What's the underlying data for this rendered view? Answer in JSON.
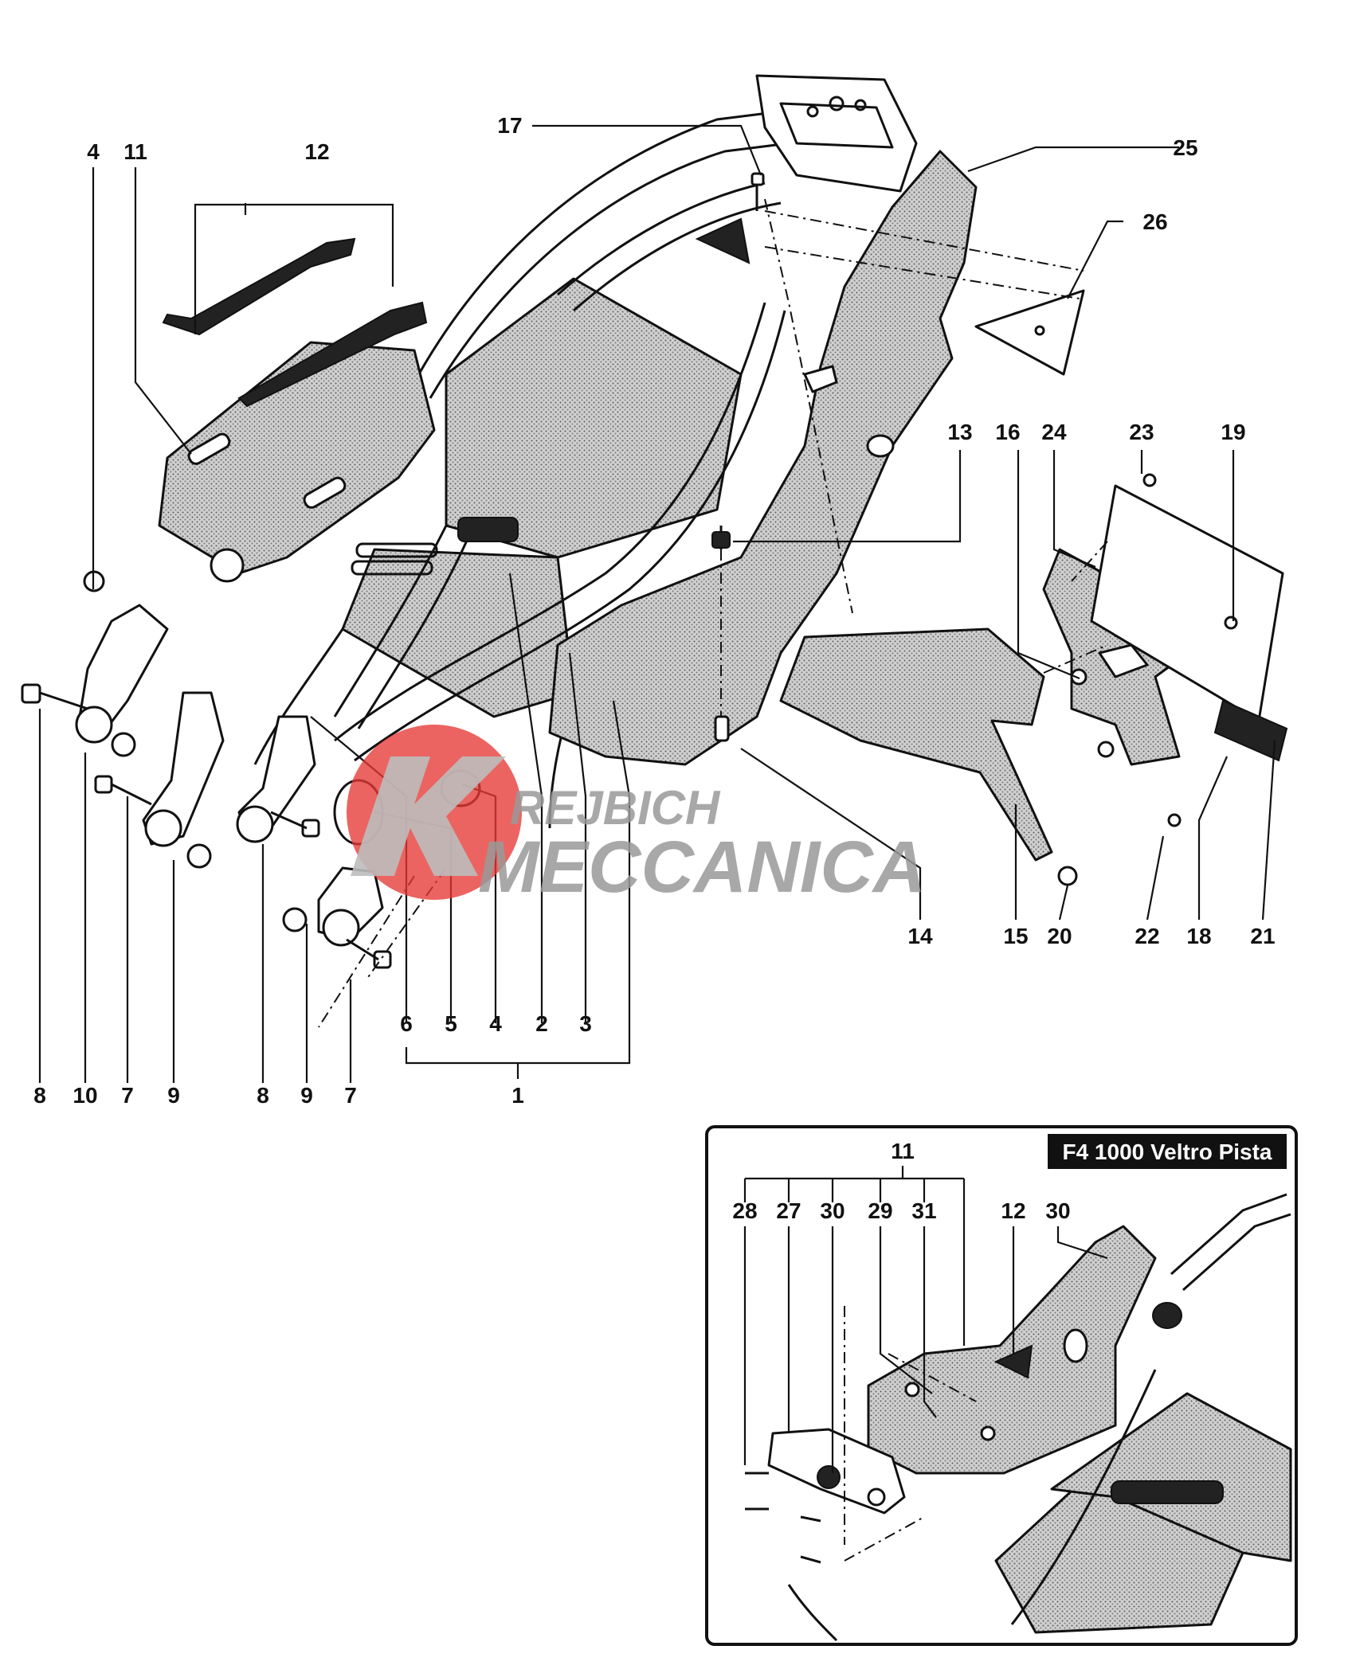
{
  "main_view": {
    "callouts": [
      "4",
      "11",
      "12",
      "17",
      "25",
      "26",
      "13",
      "16",
      "24",
      "23",
      "19",
      "14",
      "15",
      "20",
      "22",
      "18",
      "21",
      "6",
      "5",
      "4",
      "2",
      "3",
      "1",
      "8",
      "10",
      "7",
      "9",
      "8",
      "9",
      "7"
    ]
  },
  "inset": {
    "title": "F4 1000 Veltro Pista",
    "callouts": [
      "11",
      "28",
      "27",
      "30",
      "29",
      "31",
      "12",
      "30"
    ]
  },
  "watermark": {
    "line1": "REJBICH",
    "line2": "MECCANICA",
    "color": "#e53935"
  }
}
